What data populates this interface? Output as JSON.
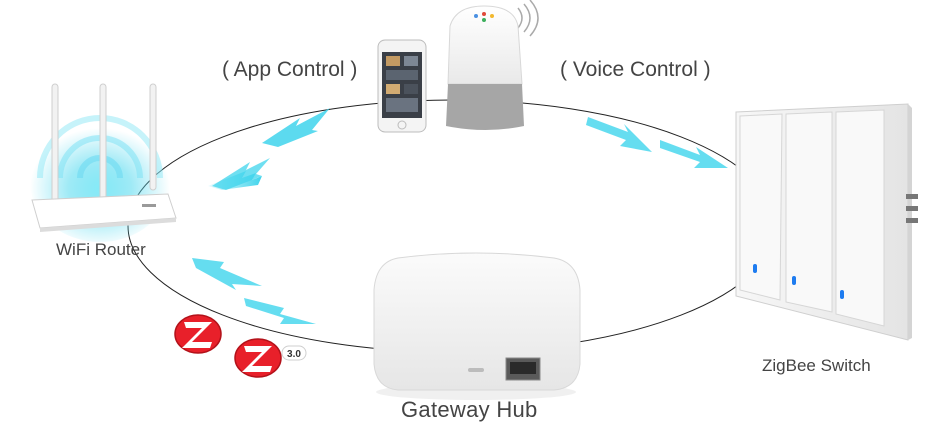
{
  "labels": {
    "app_control": "( App Control )",
    "voice_control": "( Voice Control )",
    "wifi_router": "WiFi Router",
    "zigbee_switch": "ZigBee Switch",
    "gateway_hub": "Gateway Hub",
    "zigbee_version": "3.0"
  },
  "colors": {
    "arrow": "#3fd4ec",
    "ring": "#222222",
    "zigbee_red": "#e8202a",
    "indicator_led": "#1e7cf0"
  }
}
